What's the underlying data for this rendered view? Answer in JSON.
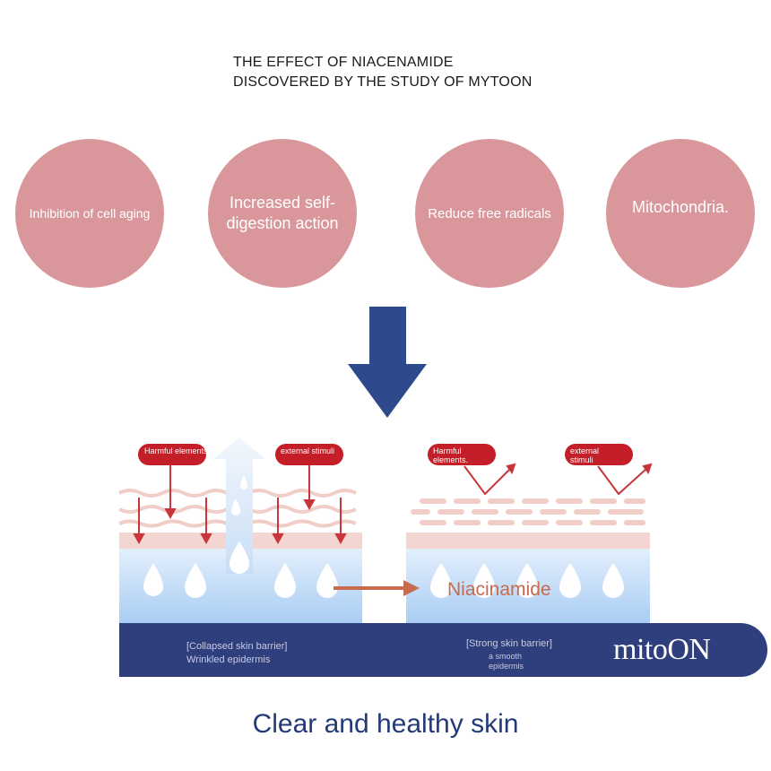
{
  "title": {
    "line1": "THE EFFECT OF NIACENAMIDE",
    "line2": "DISCOVERED BY THE STUDY OF MYTOON"
  },
  "effects": [
    {
      "label": "Inhibition of cell aging"
    },
    {
      "label": "Increased self-digestion action"
    },
    {
      "label": "Reduce free radicals"
    },
    {
      "label": "Mitochondria."
    }
  ],
  "left_panel": {
    "tag1": "Harmful elements.",
    "tag2": "external stimuli",
    "bar_line1": "[Collapsed skin barrier]",
    "bar_line2": "Wrinkled epidermis"
  },
  "right_panel": {
    "tag1": "Harmful elements.",
    "tag2": "external stimuli",
    "bar_line1": "[Strong skin barrier]",
    "bar_line2": "a smooth epidermis"
  },
  "ingredient": "Niacinamide",
  "brand": "mitoON",
  "caption": "Clear and healthy skin",
  "colors": {
    "circle": "#d9979b",
    "arrow": "#2e4a8c",
    "bar": "#2f3e7c",
    "tag": "#c41e28",
    "caption": "#233a7a"
  }
}
